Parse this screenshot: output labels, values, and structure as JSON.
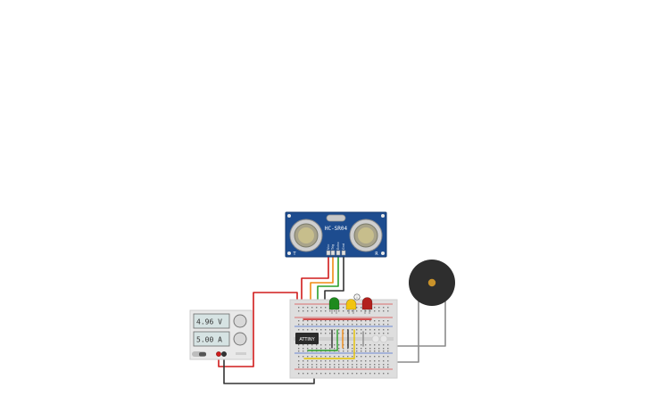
{
  "circuit": {
    "sensor": {
      "model_label": "HC-SR04",
      "left_mark": "T",
      "right_mark": "R",
      "pins": [
        "Vcc",
        "Trig",
        "Echo",
        "Gnd"
      ]
    },
    "power_supply": {
      "voltage_display": "4.96 V",
      "current_display": "5.00 A"
    },
    "chip": {
      "label": "ATTINY"
    },
    "leds": {
      "colors": [
        "#1e8a1e",
        "#f2c40f",
        "#b3201d"
      ],
      "indicator_symbol": "i"
    },
    "wire_colors": {
      "red": "#d01b1b",
      "orange": "#f08a14",
      "green": "#2aa02a",
      "dark": "#333333",
      "gray": "#8c8c8c",
      "yellow": "#e6c200"
    },
    "piezo": {
      "body_color": "#2e2e2e",
      "center_color": "#c9922a"
    }
  }
}
